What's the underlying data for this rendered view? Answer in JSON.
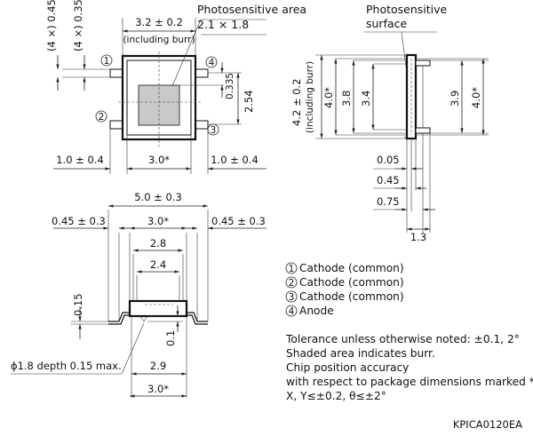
{
  "top_view": {
    "dim_top": "3.2 ± 0.2",
    "dim_top_sub": "(including burr)",
    "area_title": "Photosensitive area",
    "area_size": "2.1 × 1.8",
    "dim_left_a": "(4 ×) 0.45",
    "dim_left_b": "(4 ×) 0.35",
    "dim_0335": "0.335",
    "dim_254": "2.54",
    "dim_bottom_left": "1.0 ± 0.4",
    "dim_bottom_mid": "3.0*",
    "dim_bottom_right": "1.0 ± 0.4",
    "pin1": "1",
    "pin2": "2",
    "pin3": "3",
    "pin4": "4"
  },
  "side_view": {
    "title_line1": "Photosensitive",
    "title_line2": "surface",
    "dim_42": "4.2 ± 0.2",
    "dim_42_sub": "(including burr)",
    "dim_40a": "4.0*",
    "dim_38": "3.8",
    "dim_34": "3.4",
    "dim_39": "3.9",
    "dim_40b": "4.0*",
    "dim_005": "0.05",
    "dim_045": "0.45",
    "dim_075": "0.75",
    "dim_13": "1.3"
  },
  "front_view": {
    "dim_50": "5.0 ± 0.3",
    "dim_045_left": "0.45 ± 0.3",
    "dim_30": "3.0*",
    "dim_045_right": "0.45 ± 0.3",
    "dim_28": "2.8",
    "dim_24": "2.4",
    "dim_015": "0.15",
    "dim_01": "0.1",
    "depth_note": "ϕ1.8 depth 0.15 max.",
    "dim_29": "2.9",
    "dim_30b": "3.0*"
  },
  "legend": [
    {
      "num": "1",
      "text": "Cathode (common)"
    },
    {
      "num": "2",
      "text": "Cathode (common)"
    },
    {
      "num": "3",
      "text": "Cathode (common)"
    },
    {
      "num": "4",
      "text": "Anode"
    }
  ],
  "notes": {
    "line1": "Tolerance unless otherwise noted: ±0.1, 2°",
    "line2": "Shaded area indicates burr.",
    "line3": "Chip position accuracy",
    "line4": "with respect to package dimensions marked *",
    "line5": "X, Y≤±0.2, θ≤±2°"
  },
  "drawing_code": "KPICA0120EA"
}
